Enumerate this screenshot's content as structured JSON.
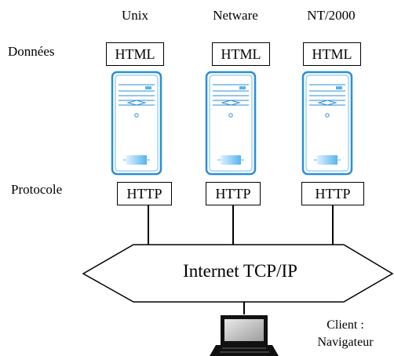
{
  "row_labels": {
    "data": "Données",
    "protocol": "Protocole"
  },
  "servers": [
    {
      "os": "Unix",
      "data_format": "HTML",
      "protocol": "HTTP"
    },
    {
      "os": "Netware",
      "data_format": "HTML",
      "protocol": "HTTP"
    },
    {
      "os": "NT/2000",
      "data_format": "HTML",
      "protocol": "HTTP"
    }
  ],
  "network": {
    "label": "Internet TCP/IP"
  },
  "client": {
    "line1": "Client :",
    "line2": "Navigateur"
  },
  "colors": {
    "server_outline": "#2b8fd6",
    "server_accent": "#56b4f0",
    "lines": "#000000"
  },
  "icons": {
    "server": "server-tower-icon",
    "client": "laptop-icon"
  }
}
